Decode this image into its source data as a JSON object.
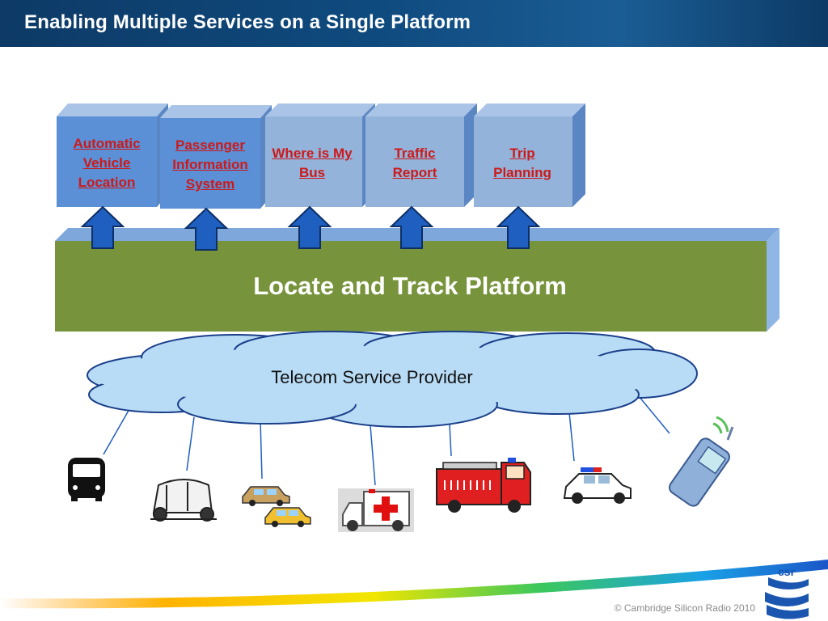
{
  "header": {
    "title": "Enabling Multiple Services on a Single Platform"
  },
  "services": [
    {
      "label": "Automatic Vehicle Location"
    },
    {
      "label": "Passenger Information System"
    },
    {
      "label": "Where is My Bus"
    },
    {
      "label": "Traffic Report"
    },
    {
      "label": "Trip Planning"
    }
  ],
  "platform": {
    "label": "Locate and Track Platform"
  },
  "cloud": {
    "label": "Telecom Service Provider"
  },
  "vehicles": [
    {
      "icon": "bus-icon"
    },
    {
      "icon": "auto-rickshaw-icon"
    },
    {
      "icon": "taxi-cars-icon"
    },
    {
      "icon": "ambulance-icon"
    },
    {
      "icon": "fire-truck-icon"
    },
    {
      "icon": "police-car-icon"
    },
    {
      "icon": "mobile-phone-icon"
    }
  ],
  "footer": {
    "copyright": "© Cambridge Silicon Radio 2010",
    "logo_text": "csr"
  },
  "colors": {
    "header": "#0f4a7e",
    "service_box": "#7ea8dc",
    "service_text": "#cc1a1a",
    "platform": "#77933c",
    "arrow": "#1f5fbf",
    "cloud": "#b9dcf6"
  }
}
